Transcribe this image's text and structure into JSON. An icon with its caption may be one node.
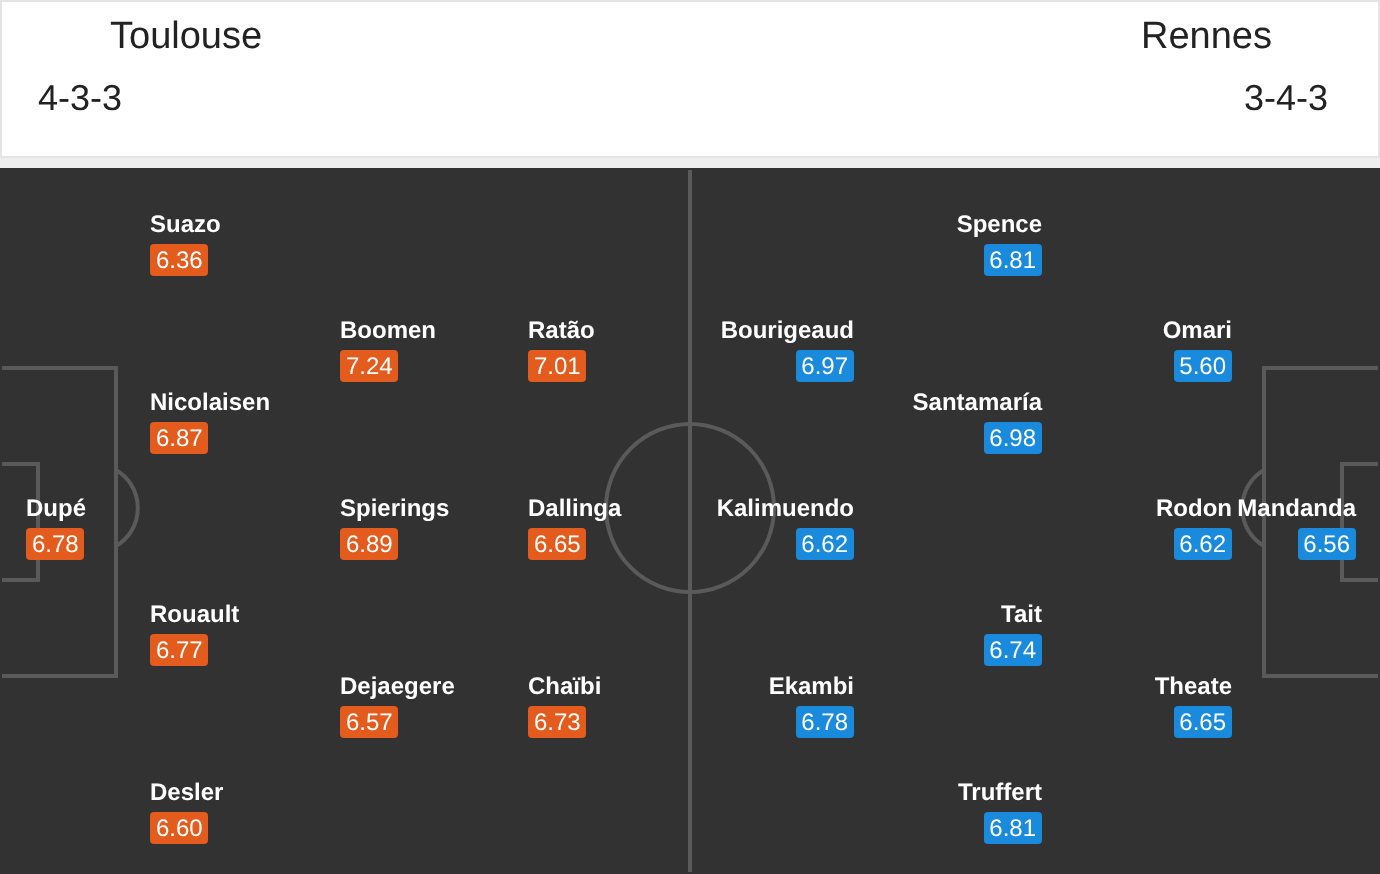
{
  "diagram": {
    "nodes": [
      {
        "text": [
          "Dupé",
          "6.78"
        ]
      },
      {
        "text": [
          "Suazo",
          "6.36"
        ]
      },
      {
        "text": [
          "Nicolaisen",
          "6.87"
        ]
      },
      {
        "text": [
          "Rouault",
          "6.77"
        ]
      },
      {
        "text": [
          "Desler",
          "6.60"
        ]
      },
      {
        "text": [
          "Boomen",
          "7.24"
        ]
      },
      {
        "text": [
          "Spierings",
          "6.89"
        ]
      },
      {
        "text": [
          "Dejaegere",
          "6.57"
        ]
      },
      {
        "text": [
          "Ratão",
          "7.01"
        ]
      },
      {
        "text": [
          "Dallinga",
          "6.65"
        ]
      },
      {
        "text": [
          "Chaïbi",
          "6.73"
        ]
      },
      {
        "text": [
          "Bourigeaud",
          "6.97"
        ]
      },
      {
        "text": [
          "Kalimuendo",
          "6.62"
        ]
      },
      {
        "text": [
          "Ekambi",
          "6.78"
        ]
      },
      {
        "text": [
          "Spence",
          "6.81"
        ]
      },
      {
        "text": [
          "Santamaría",
          "6.98"
        ]
      },
      {
        "text": [
          "Tait",
          "6.74"
        ]
      },
      {
        "text": [
          "Truffert",
          "6.81"
        ]
      },
      {
        "text": [
          "Omari",
          "5.60"
        ]
      },
      {
        "text": [
          "Rodon",
          "6.62"
        ]
      },
      {
        "text": [
          "Theate",
          "6.65"
        ]
      },
      {
        "text": [
          "Mandanda",
          "6.56"
        ]
      }
    ],
    "labels": [
      "Toulouse",
      "Rennes",
      "4-3-3",
      "3-4-3"
    ]
  }
}
